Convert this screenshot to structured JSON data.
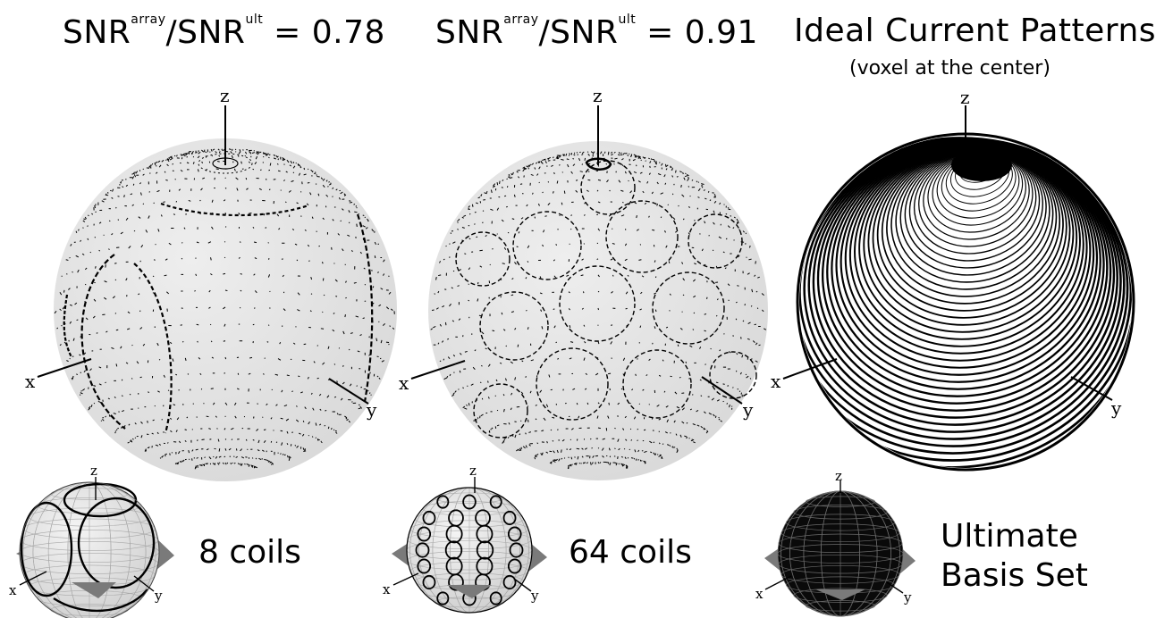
{
  "panels": [
    {
      "title_main": "SNR",
      "title_sup1": "array",
      "title_mid": "/SNR",
      "title_sup2": "ult",
      "title_value": " = 0.78",
      "caption": "8 coils"
    },
    {
      "title_main": "SNR",
      "title_sup1": "array",
      "title_mid": "/SNR",
      "title_sup2": "ult",
      "title_value": " = 0.91",
      "caption": "64 coils"
    },
    {
      "title": "Ideal Current Patterns",
      "subtitle": "(voxel at the center)",
      "caption_line1": "Ultimate",
      "caption_line2": "Basis Set"
    }
  ],
  "axes": {
    "x": "x",
    "y": "y",
    "z": "z"
  },
  "colors": {
    "sphere_fill": "#e4e4e4",
    "dark_sphere": "#0a0a0a",
    "plane": "#7a7a7a",
    "ink": "#000000"
  }
}
